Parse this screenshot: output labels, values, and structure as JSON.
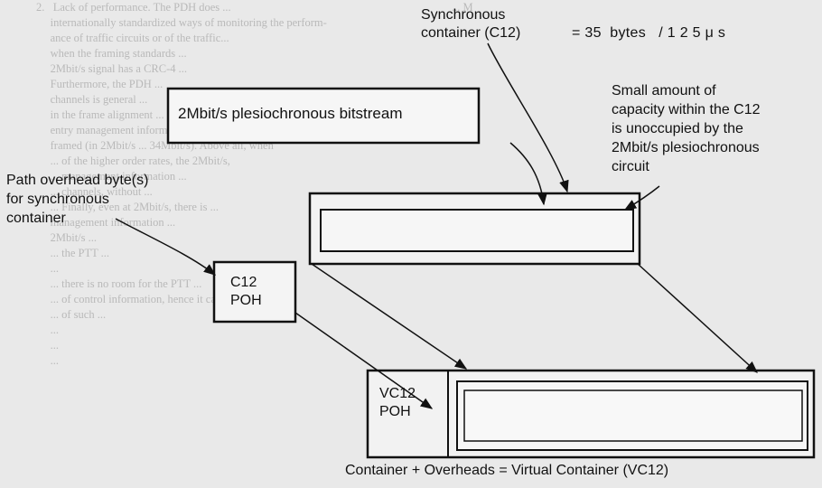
{
  "labels": {
    "sync_container": "Synchronous\ncontainer (C12)",
    "equation": "= 35  bytes   / 1 2 5 μ s",
    "small_capacity": "Small amount of\ncapacity within the C12\nis unoccupied by the\n2Mbit/s plesiochronous\ncircuit",
    "path_overhead": "Path overhead byte(s)\nfor synchronous\ncontainer",
    "bitstream": "2Mbit/s plesiochronous bitstream",
    "c12_poh": "C12\nPOH",
    "vc12_poh": "VC12\nPOH",
    "footer": "Container + Overheads = Virtual Container (VC12)"
  },
  "ghost": {
    "left": [
      "2.   Lack of performance. The PDH does ... ",
      "     internationally standardized ways of monitoring the perform-",
      "     ance of traffic circuits or of the traffic... ",
      "     when the framing standards ... ",
      "     2Mbit/s signal has a CRC-4 ... ",
      "     Furthermore, the PDH ... ",
      "     channels is general ... ",
      "     in the frame alignment ... ",
      "     entry management information ... ",
      "     framed (in 2Mbit/s ... 34Mbit/s). Above all, when",
      "     ... of the higher order rates, the 2Mbit/s,",
      "     ... management information ... ",
      "     ... channels, without ... ",
      "     ... Finally, even at 2Mbit/s, there is ... ",
      "     management information ... ",
      "     2Mbit/s ... ",
      "     ... the PTT ... ",
      "     ... ",
      "     ... there is no room for the PTT ... ",
      "     ... of control information, hence it cannot tell ... ",
      "     ... of such ... ",
      "     ... ",
      "     ... ",
      "     ... ",
      "",
      "",
      "",
      "",
      "",
      "",
      ""
    ],
    "right": [
      "... M",
      "",
      "",
      "",
      "",
      "",
      "",
      "",
      "",
      "",
      "",
      "",
      "",
      "",
      "",
      "",
      "",
      "",
      "",
      "",
      "",
      "",
      "",
      "",
      "",
      "",
      "",
      "",
      "",
      "",
      ""
    ]
  }
}
